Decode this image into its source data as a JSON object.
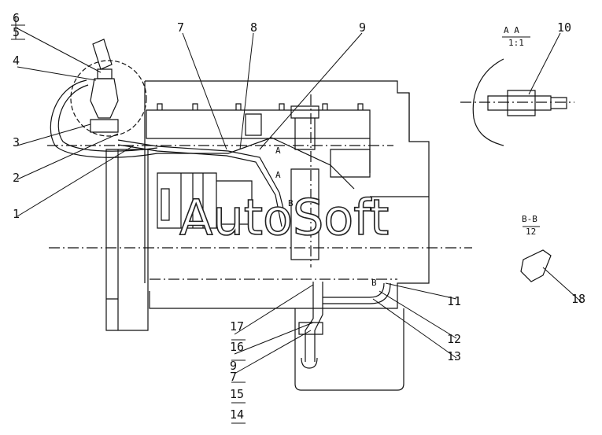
{
  "callouts": {
    "n1": "1",
    "n2": "2",
    "n3": "3",
    "n4": "4",
    "n5": "5",
    "n6": "6",
    "n7": "7",
    "n8": "8",
    "n9": "9",
    "n10": "10",
    "n11": "11",
    "n12": "12",
    "n13": "13",
    "n14": "14",
    "n15": "15",
    "n16": "16",
    "n17": "17",
    "n18": "18",
    "n7b": "7",
    "n9b": "9"
  },
  "section_aa": {
    "title": "A  A",
    "scale": "1:1"
  },
  "section_bb": {
    "title": "B-B",
    "sheet": "12"
  },
  "marks": {
    "a1": "A",
    "a2": "A",
    "b1": "B",
    "b2": "B"
  },
  "watermark": "AutoSoft"
}
